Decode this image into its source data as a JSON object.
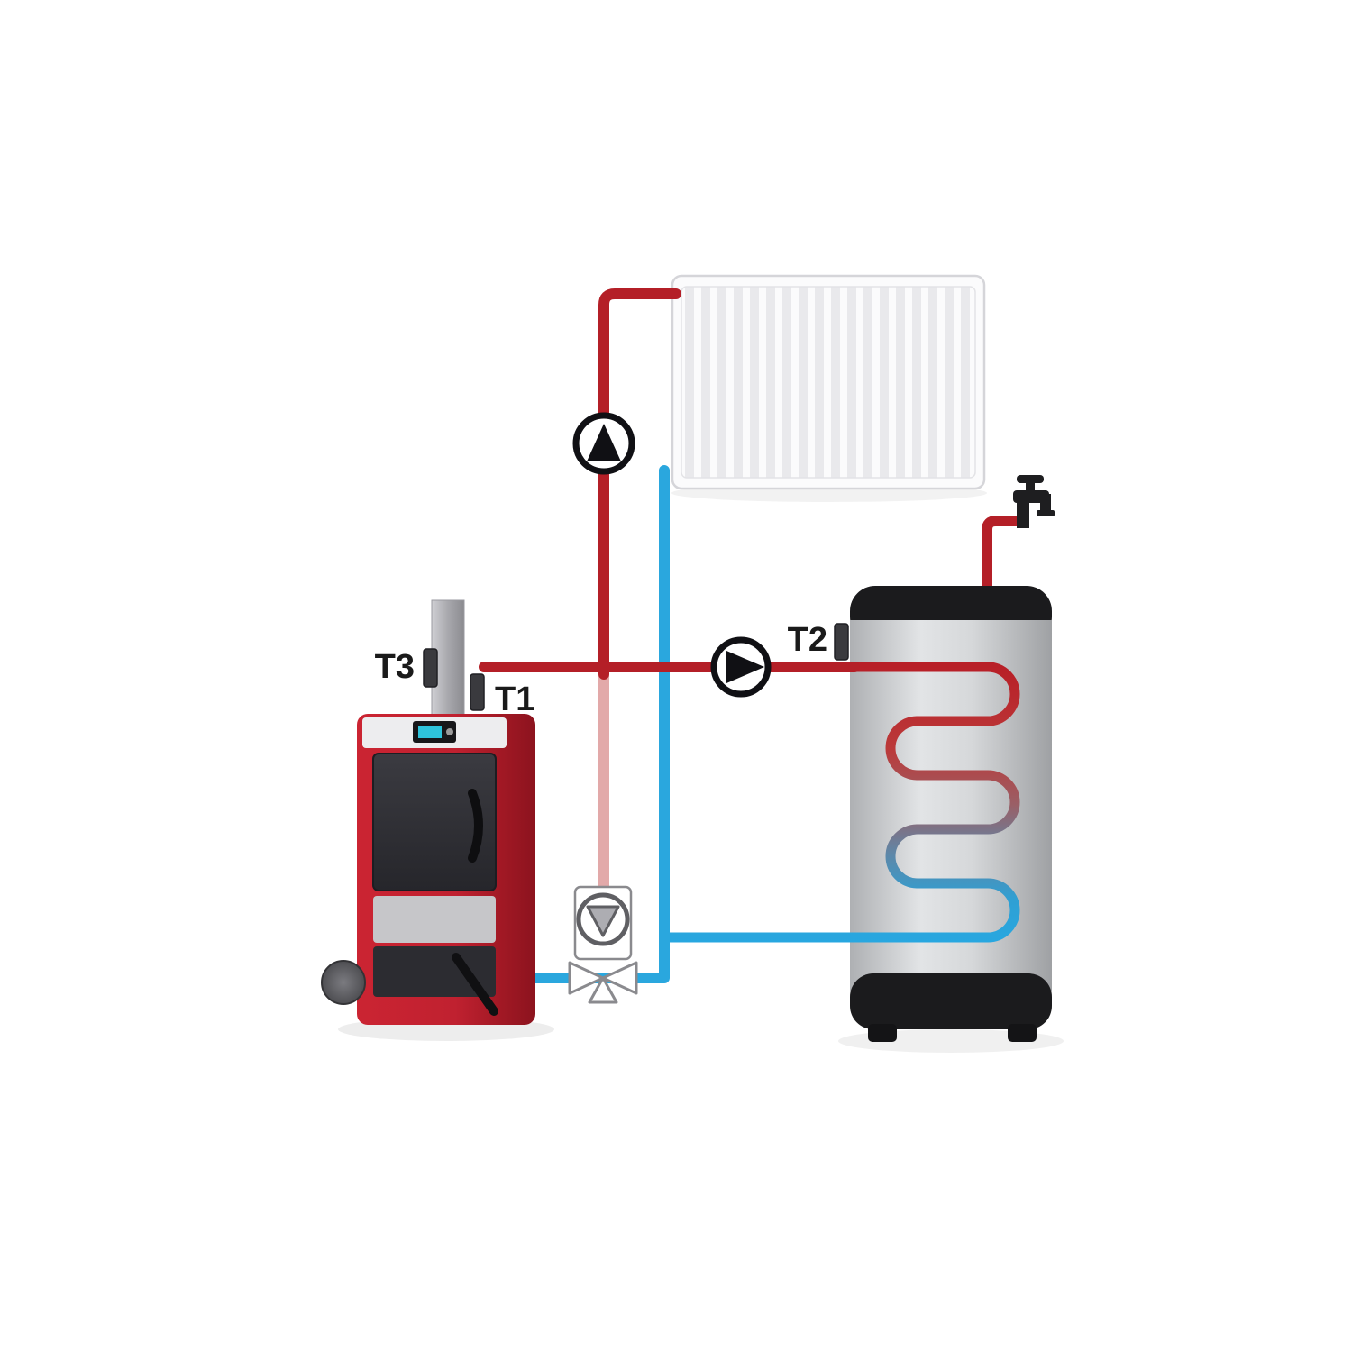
{
  "diagram": {
    "type": "heating-system-schematic",
    "labels": {
      "t1": "T1",
      "t2": "T2",
      "t3": "T3"
    },
    "colors": {
      "supply_hot": "#b41f27",
      "supply_hot_faded": "#e2a9a9",
      "return_cold": "#2aa7de",
      "boiler_red": "#c2202c",
      "tank_cap_black": "#1b1b1d",
      "metal_grey": "#c9cbcd",
      "pump_outline": "#101014"
    },
    "components": [
      "solid-fuel-boiler",
      "boiler-flue-chimney",
      "panel-radiator",
      "hot-water-storage-tank",
      "tank-heating-coil",
      "radiator-circulation-pump",
      "tank-circulation-pump",
      "mixing-valve-pump-group",
      "hot-water-tap",
      "temperature-sensor-t1",
      "temperature-sensor-t2",
      "temperature-sensor-t3",
      "hot-supply-pipes",
      "cold-return-pipes"
    ]
  }
}
